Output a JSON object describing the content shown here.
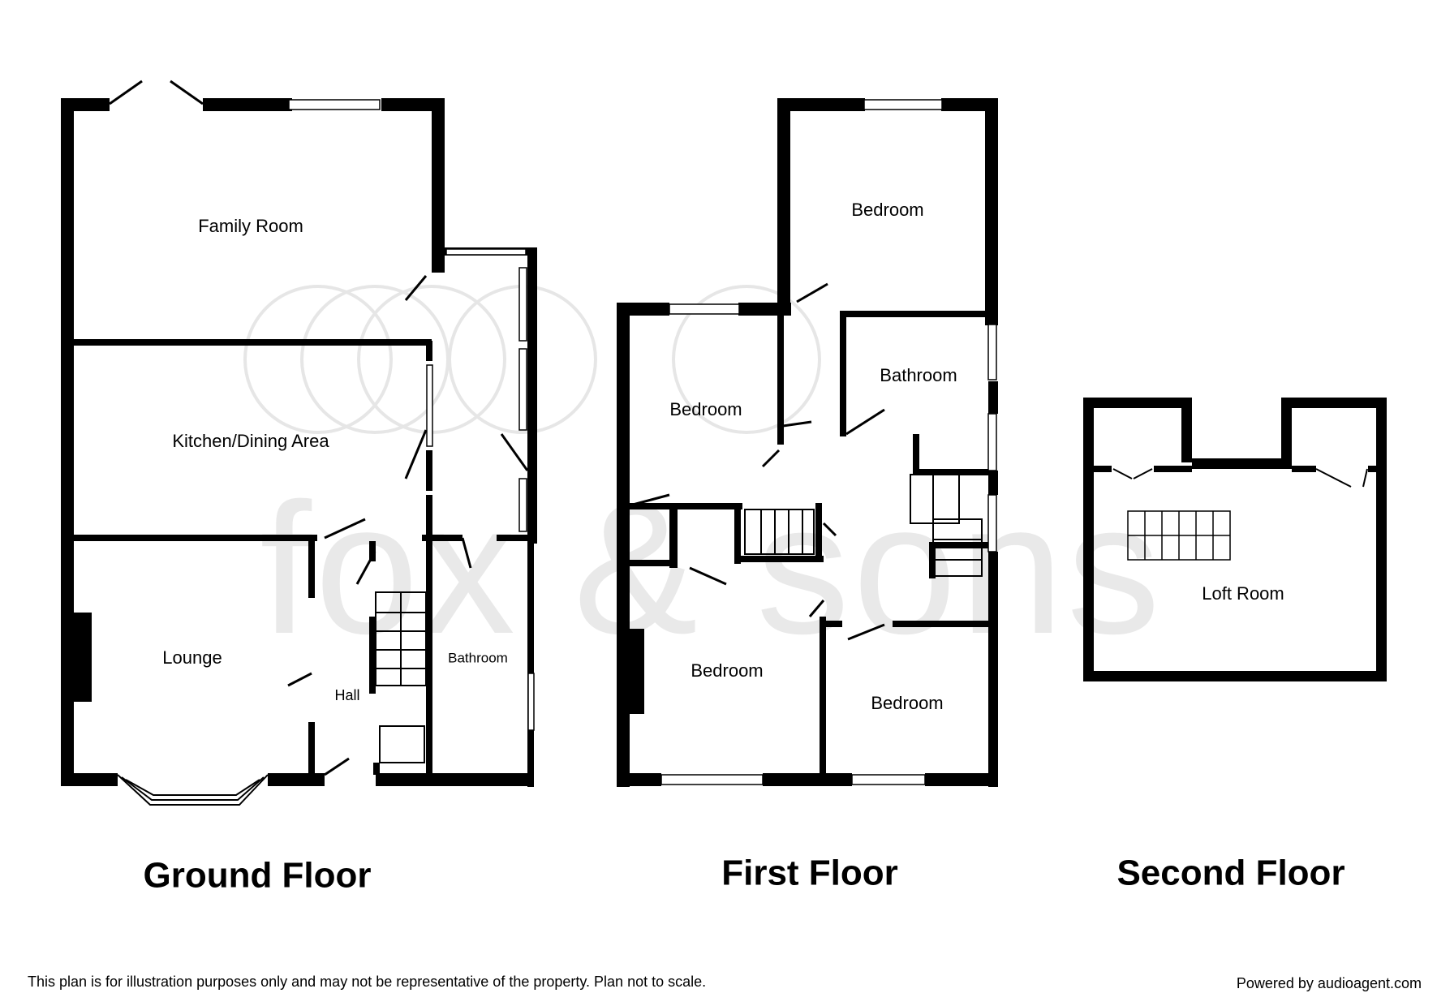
{
  "watermark": {
    "brand_text": "fox & sons",
    "color": "#e6e6e6"
  },
  "colors": {
    "wall": "#000000",
    "window": "#ffffff",
    "background": "#ffffff"
  },
  "floors": {
    "ground": {
      "title": "Ground Floor",
      "rooms": {
        "family_room": "Family Room",
        "kitchen": "Kitchen/Dining Area",
        "lounge": "Lounge",
        "hall": "Hall",
        "bathroom": "Bathroom"
      }
    },
    "first": {
      "title": "First Floor",
      "rooms": {
        "bedroom_top": "Bedroom",
        "bathroom": "Bathroom",
        "bedroom_left": "Bedroom",
        "bedroom_front_left": "Bedroom",
        "bedroom_front_right": "Bedroom"
      }
    },
    "second": {
      "title": "Second Floor",
      "rooms": {
        "loft_room": "Loft Room"
      }
    }
  },
  "footer": {
    "disclaimer": "This plan is for illustration purposes only and may not be representative of the property. Plan not to scale.",
    "powered_by": "Powered by audioagent.com"
  }
}
